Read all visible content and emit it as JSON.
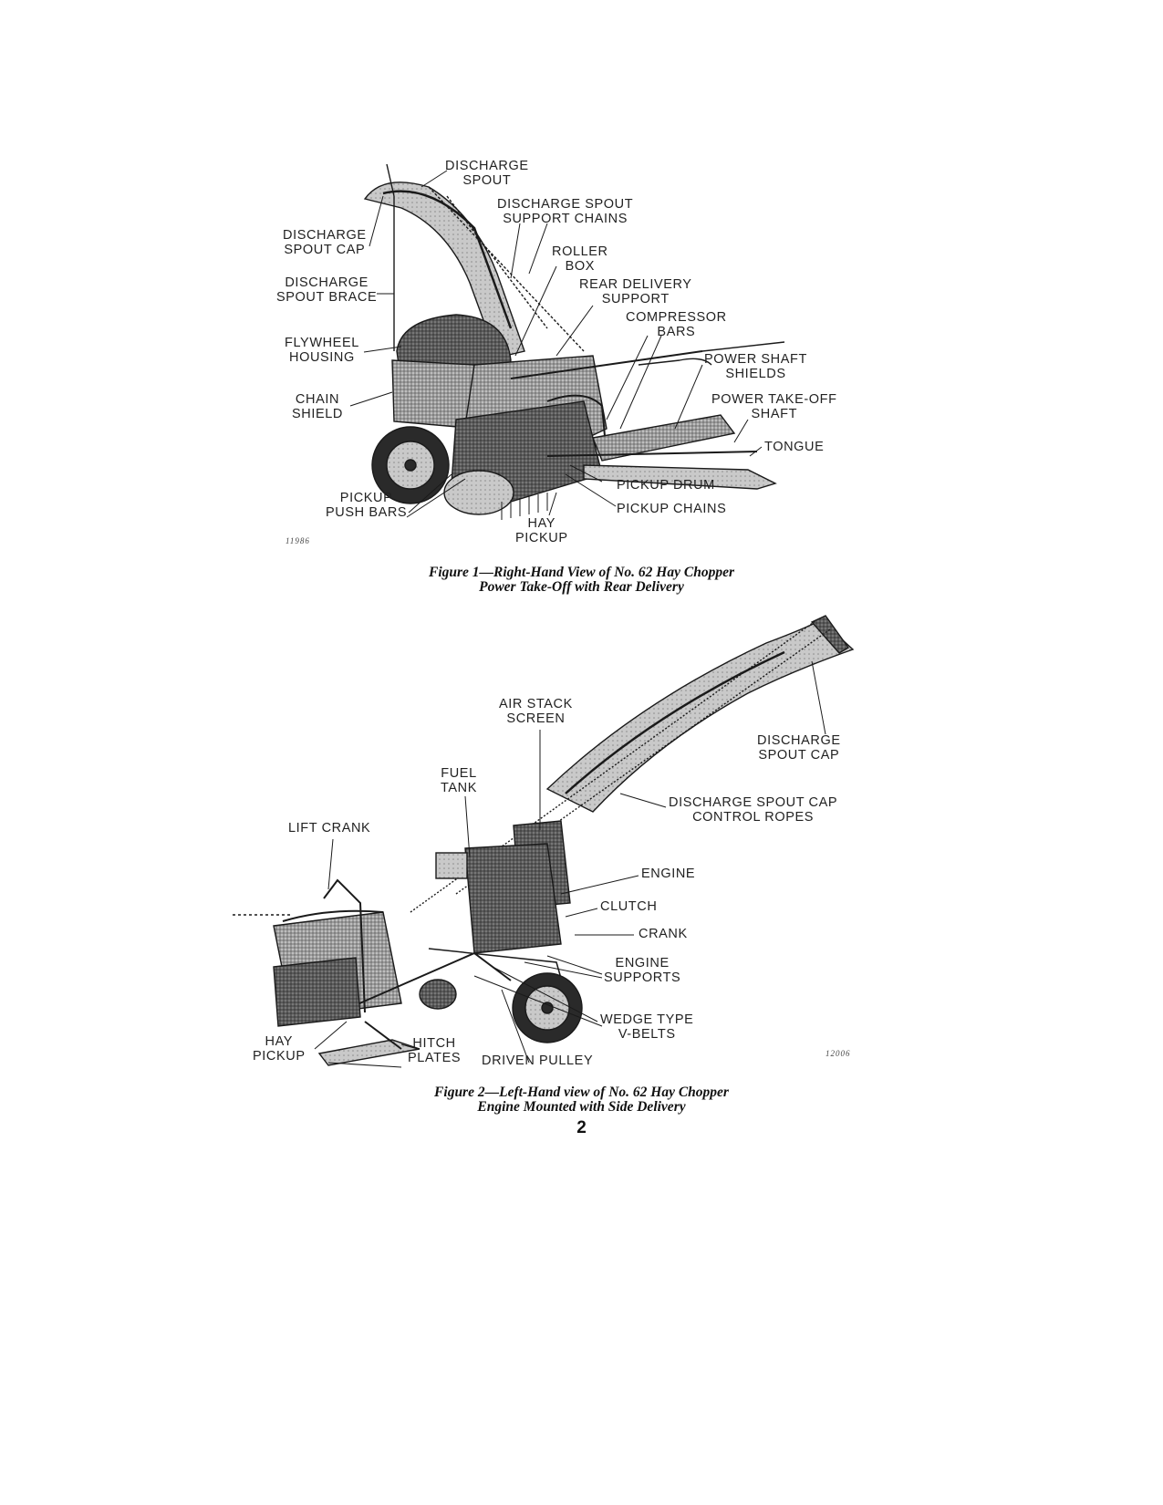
{
  "figure1": {
    "caption_line1": "Figure 1—Right-Hand View of No. 62 Hay Chopper",
    "caption_line2": "Power Take-Off with Rear Delivery",
    "code": "11986",
    "labels": {
      "discharge_spout": [
        "DISCHARGE",
        "SPOUT"
      ],
      "support_chains": [
        "DISCHARGE SPOUT",
        "SUPPORT CHAINS"
      ],
      "spout_cap": [
        "DISCHARGE",
        "SPOUT CAP"
      ],
      "roller_box": [
        "ROLLER",
        "BOX"
      ],
      "spout_brace": [
        "DISCHARGE",
        "SPOUT BRACE"
      ],
      "rear_delivery_support": [
        "REAR DELIVERY",
        "SUPPORT"
      ],
      "compressor_bars": [
        "COMPRESSOR",
        "BARS"
      ],
      "flywheel_housing": [
        "FLYWHEEL",
        "HOUSING"
      ],
      "power_shaft_shields": [
        "POWER SHAFT",
        "SHIELDS"
      ],
      "chain_shield": [
        "CHAIN",
        "SHIELD"
      ],
      "pto_shaft": [
        "POWER TAKE-OFF",
        "SHAFT"
      ],
      "tongue": [
        "TONGUE"
      ],
      "pickup_drum": [
        "PICKUP DRUM"
      ],
      "pickup_push_bars": [
        "PICKUP",
        "PUSH BARS"
      ],
      "pickup_chains": [
        "PICKUP CHAINS"
      ],
      "hay_pickup": [
        "HAY",
        "PICKUP"
      ]
    }
  },
  "figure2": {
    "caption_line1": "Figure 2—Left-Hand view of No. 62 Hay Chopper",
    "caption_line2": "Engine Mounted with Side Delivery",
    "code": "12006",
    "labels": {
      "air_stack_screen": [
        "AIR STACK",
        "SCREEN"
      ],
      "spout_cap": [
        "DISCHARGE",
        "SPOUT CAP"
      ],
      "fuel_tank": [
        "FUEL",
        "TANK"
      ],
      "cap_control_ropes": [
        "DISCHARGE SPOUT CAP",
        "CONTROL ROPES"
      ],
      "lift_crank": [
        "LIFT CRANK"
      ],
      "engine": [
        "ENGINE"
      ],
      "clutch": [
        "CLUTCH"
      ],
      "crank": [
        "CRANK"
      ],
      "engine_supports": [
        "ENGINE",
        "SUPPORTS"
      ],
      "v_belts": [
        "WEDGE TYPE",
        "V-BELTS"
      ],
      "hay_pickup": [
        "HAY",
        "PICKUP"
      ],
      "hitch_plates": [
        "HITCH",
        "PLATES"
      ],
      "driven_pulley": [
        "DRIVEN PULLEY"
      ]
    }
  },
  "page_number": "2"
}
